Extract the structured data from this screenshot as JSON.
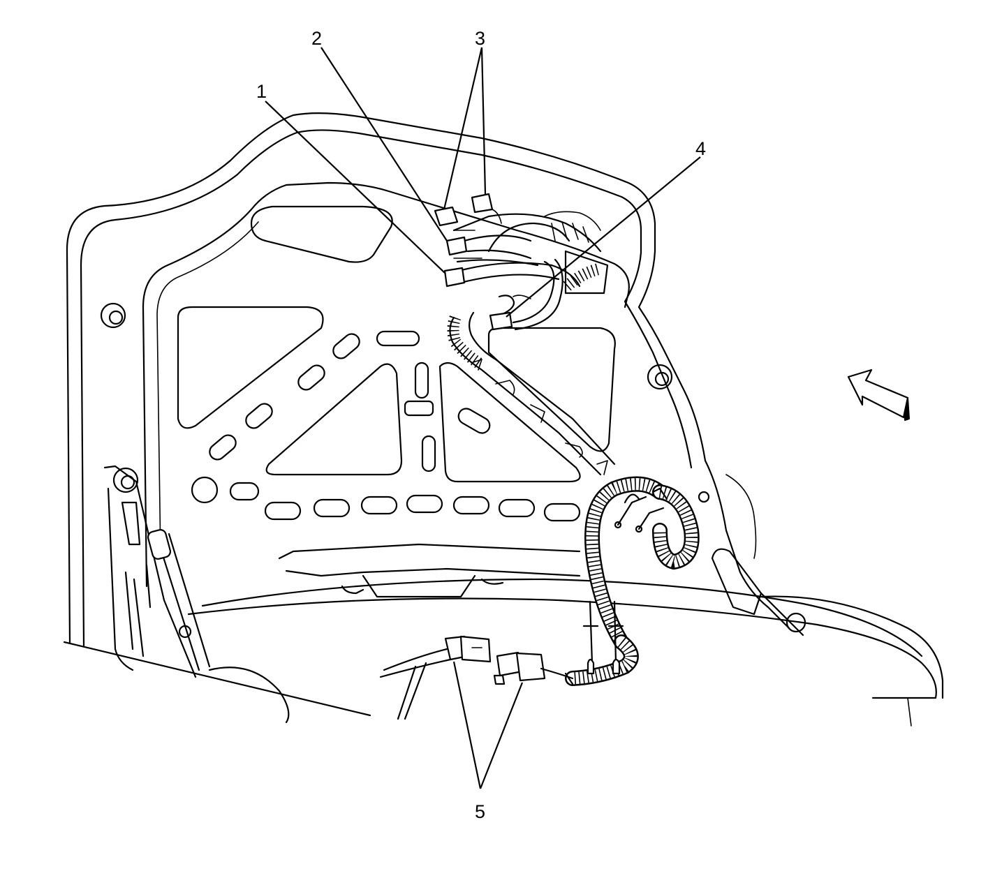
{
  "callouts": [
    {
      "id": "1",
      "label": "1"
    },
    {
      "id": "2",
      "label": "2"
    },
    {
      "id": "3",
      "label": "3"
    },
    {
      "id": "4",
      "label": "4"
    },
    {
      "id": "5",
      "label": "5"
    }
  ],
  "icons": {
    "view_arrow": "view-direction-arrow-icon"
  },
  "colors": {
    "line": "#000000",
    "background": "#ffffff"
  }
}
